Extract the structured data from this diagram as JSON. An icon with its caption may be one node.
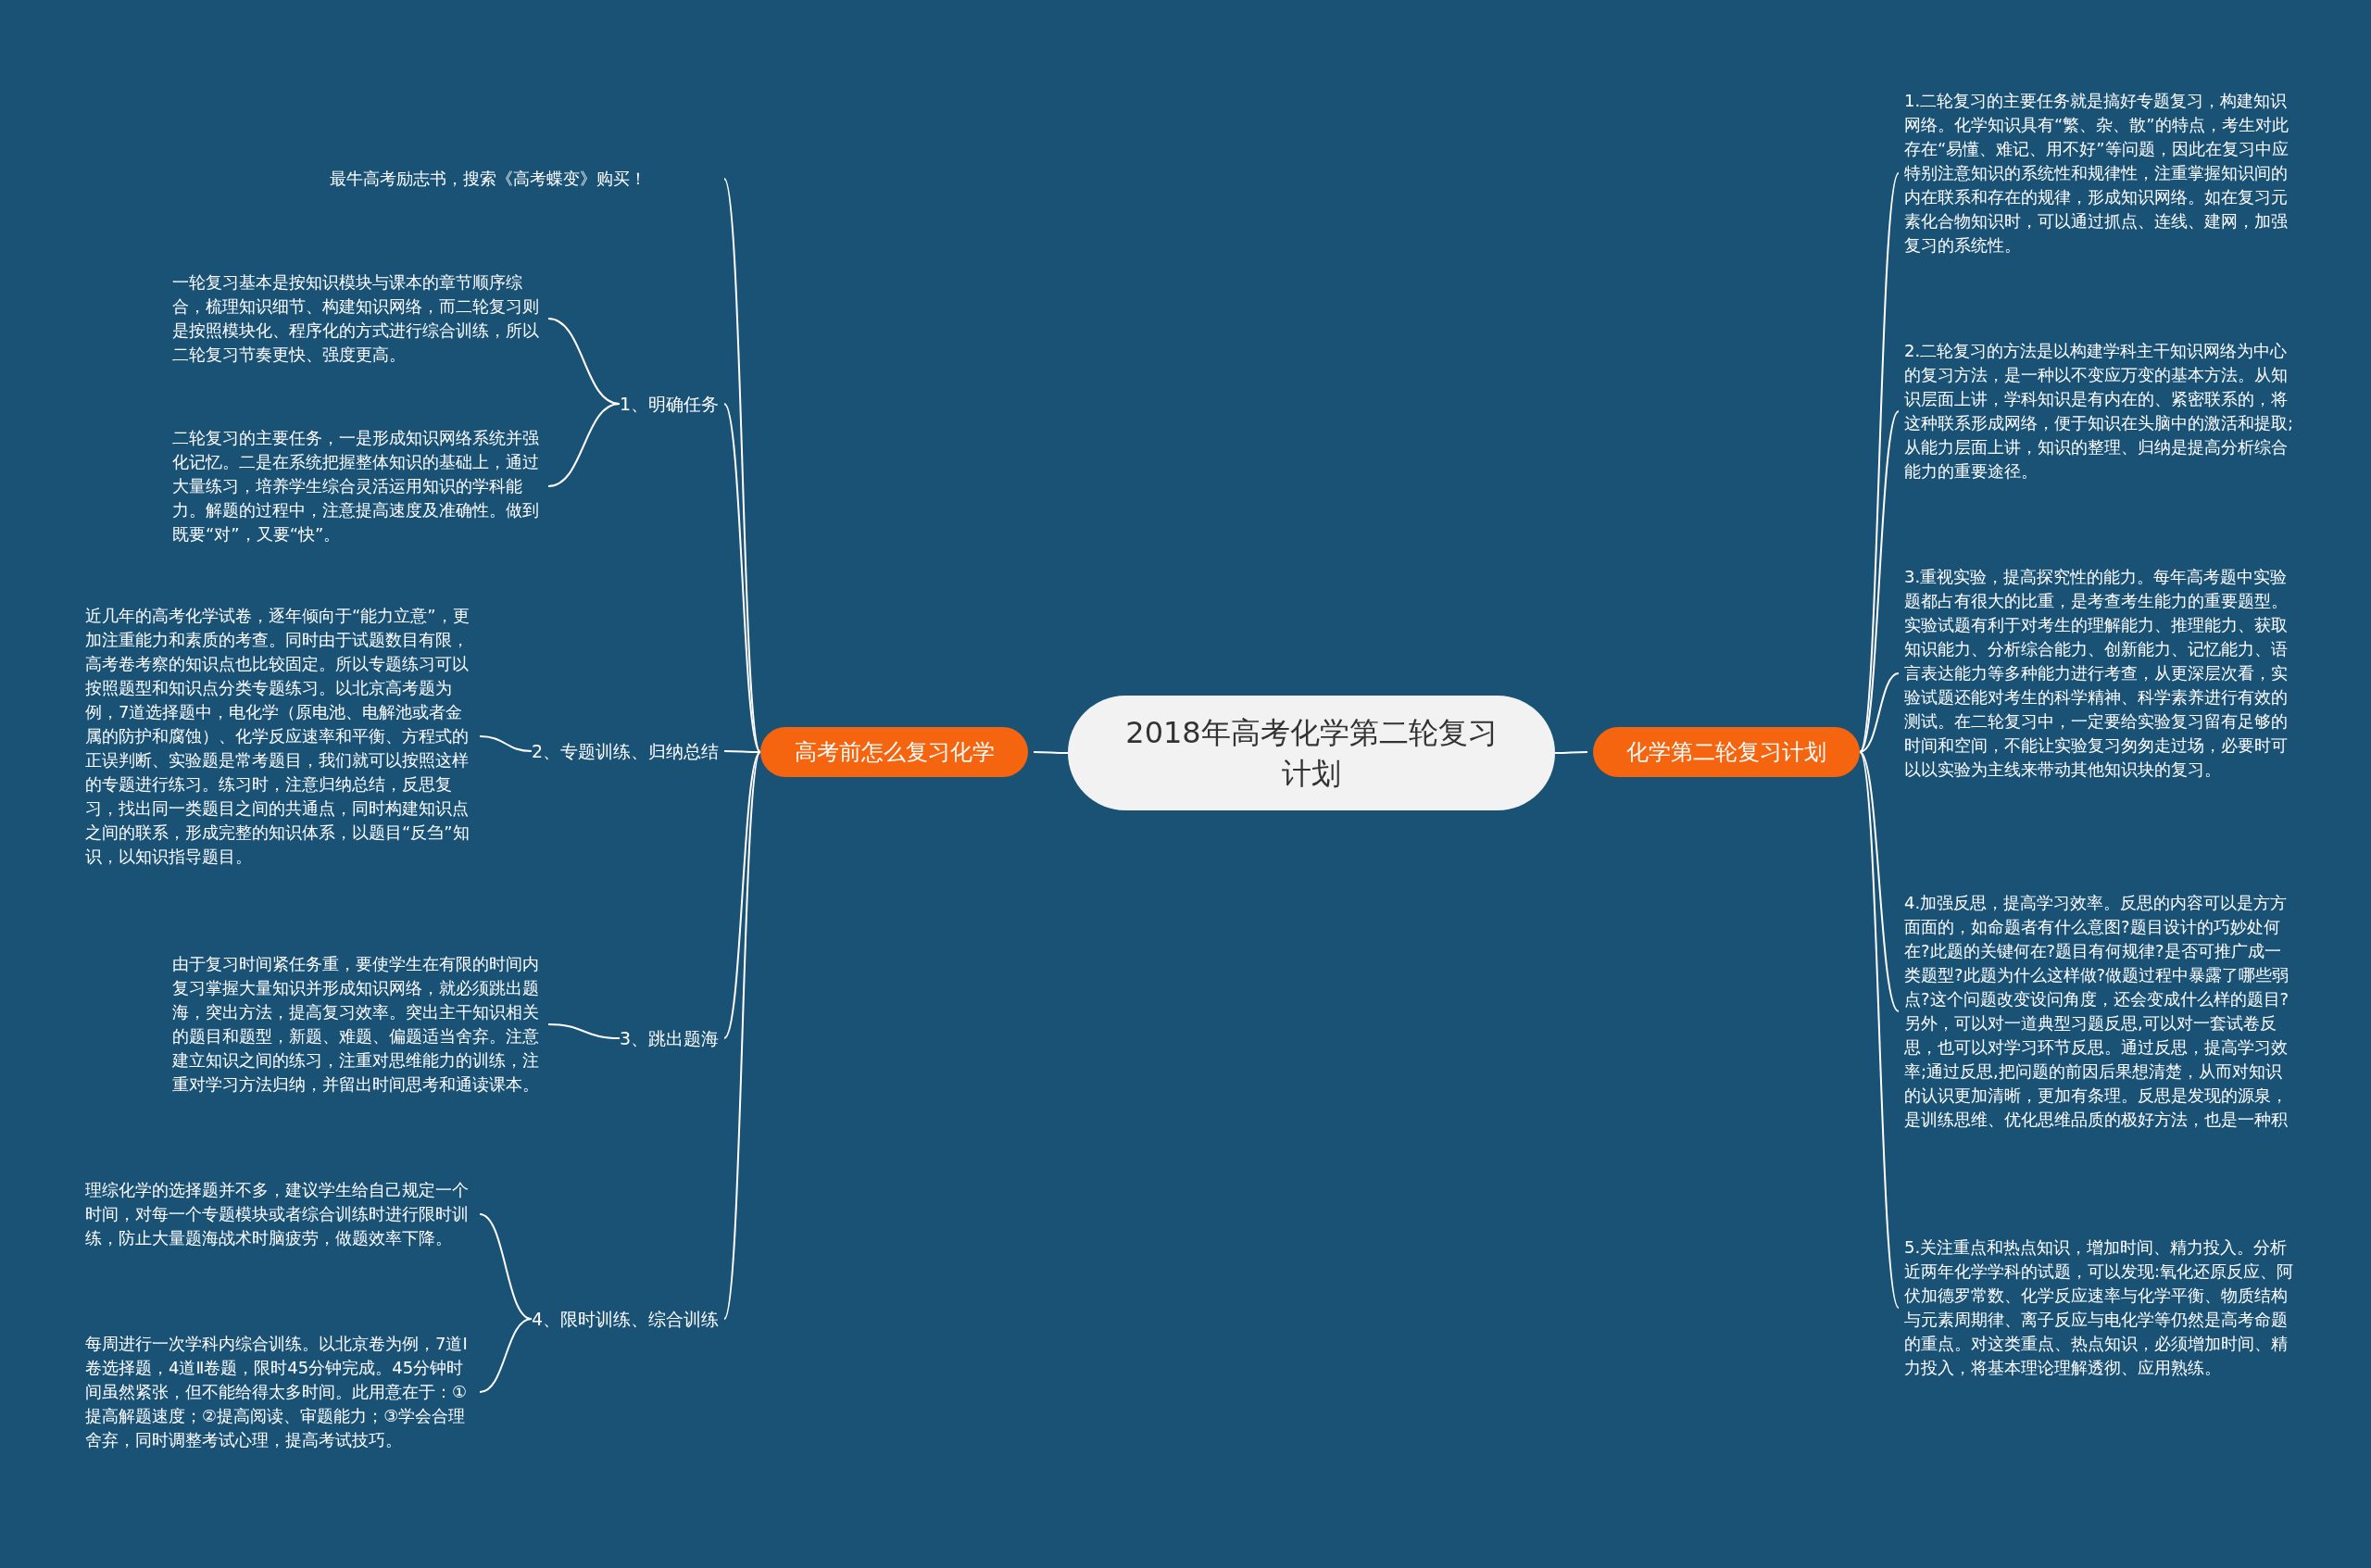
{
  "diagram": {
    "nodes": [
      {
        "text": [
          "2018年高考化学第二轮复习计划"
        ]
      },
      {
        "text": [
          "高考前怎么复习化学"
        ]
      },
      {
        "text": [
          "化学第二轮复习计划"
        ]
      },
      {
        "text": [
          "最牛高考励志书，搜索《高考蝶变》购买！"
        ]
      },
      {
        "text": [
          "1、明确任务"
        ]
      },
      {
        "text": [
          "一轮复习基本是按知识模块与课本的章节顺序综合，梳理知识细节、构建知识网络，而二轮复习则是按照模块化、程序化的方式进行综合训练，所以二轮复习节奏更快、强度更高。"
        ]
      },
      {
        "text": [
          "二轮复习的主要任务，一是形成知识网络系统并强化记忆。二是在系统把握整体知识的基础上，通过大量练习，培养学生综合灵活运用知识的学科能力。解题的过程中，注意提高速度及准确性。做到既要“对”，又要“快”。"
        ]
      },
      {
        "text": [
          "2、专题训练、归纳总结"
        ]
      },
      {
        "text": [
          "近几年的高考化学试卷，逐年倾向于“能力立意”，更加注重能力和素质的考查。同时由于试题数目有限，高考卷考察的知识点也比较固定。所以专题练习可以按照题型和知识点分类专题练习。以北京高考题为例，7道选择题中，电化学（原电池、电解池或者金属的防护和腐蚀）、化学反应速率和平衡、方程式的正误判断、实验题是常考题目，我们就可以按照这样的专题进行练习。练习时，注意归纳总结，反思复习，找出同一类题目之间的共通点，同时构建知识点之间的联系，形成完整的知识体系，以题目“反刍”知识，以知识指导题目。"
        ]
      },
      {
        "text": [
          "3、跳出题海"
        ]
      },
      {
        "text": [
          "由于复习时间紧任务重，要使学生在有限的时间内复习掌握大量知识并形成知识网络，就必须跳出题海，突出方法，提高复习效率。突出主干知识相关的题目和题型，新题、难题、偏题适当舍弃。注意建立知识之间的练习，注重对思维能力的训练，注重对学习方法归纳，并留出时间思考和通读课本。"
        ]
      },
      {
        "text": [
          "4、限时训练、综合训练"
        ]
      },
      {
        "text": [
          "理综化学的选择题并不多，建议学生给自己规定一个时间，对每一个专题模块或者综合训练时进行限时训练，防止大量题海战术时脑疲劳，做题效率下降。"
        ]
      },
      {
        "text": [
          "每周进行一次学科内综合训练。以北京卷为例，7道Ⅰ卷选择题，4道Ⅱ卷题，限时45分钟完成。45分钟时间虽然紧张，但不能给得太多时间。此用意在于：①提高解题速度；②提高阅读、审题能力；③学会合理舍弃，同时调整考试心理，提高考试技巧。"
        ]
      },
      {
        "text": [
          "1.二轮复习的主要任务就是搞好专题复习，构建知识网络。化学知识具有“繁、杂、散”的特点，考生对此存在“易懂、难记、用不好”等问题，因此在复习中应特别注意知识的系统性和规律性，注重掌握知识间的内在联系和存在的规律，形成知识网络。如在复习元素化合物知识时，可以通过抓点、连线、建网，加强复习的系统性。"
        ]
      },
      {
        "text": [
          "2.二轮复习的方法是以构建学科主干知识网络为中心的复习方法，是一种以不变应万变的基本方法。从知识层面上讲，学科知识是有内在的、紧密联系的，将这种联系形成网络，便于知识在头脑中的激活和提取;从能力层面上讲，知识的整理、归纳是提高分析综合能力的重要途径。"
        ]
      },
      {
        "text": [
          "3.重视实验，提高探究性的能力。每年高考题中实验题都占有很大的比重，是考查考生能力的重要题型。实验试题有利于对考生的理解能力、推理能力、获取知识能力、分析综合能力、创新能力、记忆能力、语言表达能力等多种能力进行考查，从更深层次看，实验试题还能对考生的科学精神、科学素养进行有效的测试。在二轮复习中，一定要给实验复习留有足够的时间和空间，不能让实验复习匆匆走过场，必要时可以以实验为主线来带动其他知识块的复习。"
        ]
      },
      {
        "text": [
          "4.加强反思，提高学习效率。反思的内容可以是方方面面的，如命题者有什么意图?题目设计的巧妙处何在?此题的关键何在?题目有何规律?是否可推广成一类题型?此题为什么这样做?做题过程中暴露了哪些弱点?这个问题改变设问角度，还会变成什么样的题目?另外，可以对一道典型习题反思,可以对一套试卷反思，也可以对学习环节反思。通过反思，提高学习效率;通过反思,把问题的前因后果想清楚，从而对知识的认识更加清晰，更加有条理。反思是发现的源泉，是训练思维、优化思维品质的极好方法，也是一种积"
        ]
      },
      {
        "text": [
          "5.关注重点和热点知识，增加时间、精力投入。分析近两年化学学科的试题，可以发现:氧化还原反应、阿伏加德罗常数、化学反应速率与化学平衡、物质结构与元素周期律、离子反应与电化学等仍然是高考命题的重点。对这类重点、热点知识，必须增加时间、精力投入，将基本理论理解透彻、应用熟练。"
        ]
      }
    ],
    "edges": [
      {
        "from": 0,
        "to": 1,
        "arrow": "none"
      },
      {
        "from": 0,
        "to": 2,
        "arrow": "none"
      },
      {
        "from": 1,
        "to": 3,
        "arrow": "none"
      },
      {
        "from": 1,
        "to": 4,
        "arrow": "none"
      },
      {
        "from": 4,
        "to": 5,
        "arrow": "none"
      },
      {
        "from": 4,
        "to": 6,
        "arrow": "none"
      },
      {
        "from": 1,
        "to": 7,
        "arrow": "none"
      },
      {
        "from": 7,
        "to": 8,
        "arrow": "none"
      },
      {
        "from": 1,
        "to": 9,
        "arrow": "none"
      },
      {
        "from": 9,
        "to": 10,
        "arrow": "none"
      },
      {
        "from": 1,
        "to": 11,
        "arrow": "none"
      },
      {
        "from": 11,
        "to": 12,
        "arrow": "none"
      },
      {
        "from": 11,
        "to": 13,
        "arrow": "none"
      },
      {
        "from": 2,
        "to": 14,
        "arrow": "none"
      },
      {
        "from": 2,
        "to": 15,
        "arrow": "none"
      },
      {
        "from": 2,
        "to": 16,
        "arrow": "none"
      },
      {
        "from": 2,
        "to": 17,
        "arrow": "none"
      },
      {
        "from": 2,
        "to": 18,
        "arrow": "none"
      }
    ]
  }
}
